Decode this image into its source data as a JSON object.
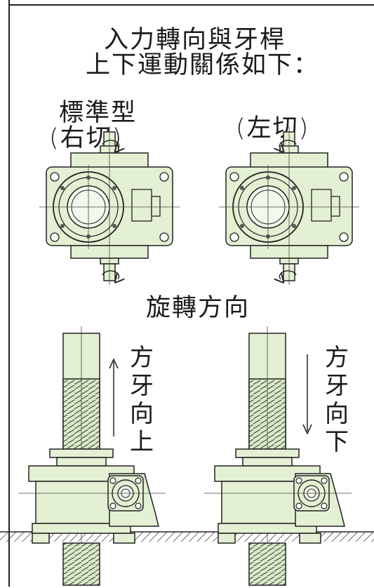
{
  "title": {
    "line1": "入力轉向與牙桿",
    "line2": "上下運動關係如下："
  },
  "right_cut": {
    "label_type": "標準型",
    "label_cut": "(右切)"
  },
  "left_cut": {
    "label_cut": "(左切)"
  },
  "rotation_label": "旋轉方向",
  "motion_up": [
    "方",
    "牙",
    "向",
    "上"
  ],
  "motion_down": [
    "方",
    "牙",
    "向",
    "下"
  ],
  "colors": {
    "body": "#e3f0d3",
    "line": "#222222",
    "bg": "#ffffff"
  }
}
